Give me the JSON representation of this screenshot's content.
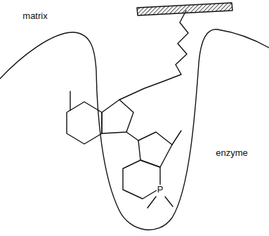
{
  "diagram": {
    "labels": [
      "matrix",
      "enzyme",
      "P"
    ]
  }
}
